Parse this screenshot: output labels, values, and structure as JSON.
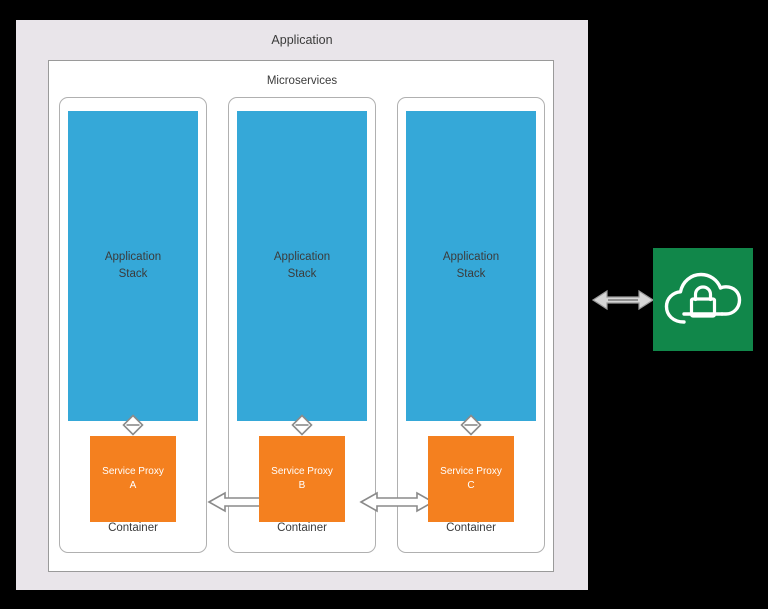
{
  "diagram": {
    "title": "Application",
    "inner_panel_title": "Microservices",
    "containers": [
      {
        "stack_label": "Application\nStack",
        "proxy_label": "Service Proxy\nA",
        "container_label": "Container",
        "connector_icon": "diamond-connector-icon"
      },
      {
        "stack_label": "Application\nStack",
        "proxy_label": "Service Proxy\nB",
        "container_label": "Container",
        "connector_icon": "diamond-connector-icon"
      },
      {
        "stack_label": "Application\nStack",
        "proxy_label": "Service Proxy\nC",
        "container_label": "Container",
        "connector_icon": "diamond-connector-icon"
      }
    ],
    "connectors": [
      {
        "name": "proxy-a-to-proxy-b",
        "type": "bidirectional-arrow"
      },
      {
        "name": "proxy-b-to-proxy-c",
        "type": "bidirectional-arrow"
      },
      {
        "name": "application-to-cloud",
        "type": "bidirectional-arrow"
      }
    ],
    "external_node": {
      "icon": "cloud-lock-icon",
      "color": "#11874a"
    },
    "colors": {
      "background": "#000000",
      "application_panel": "#e9e5ea",
      "microservices_panel": "#ffffff",
      "application_stack": "#35a8d8",
      "service_proxy": "#f4801f",
      "cloud": "#11874a",
      "border": "#9a9a9a",
      "text": "#3b3b3b",
      "proxy_text": "#ffffff",
      "arrow_stroke": "#8a8a8a",
      "arrow_fill": "#ffffff"
    }
  }
}
